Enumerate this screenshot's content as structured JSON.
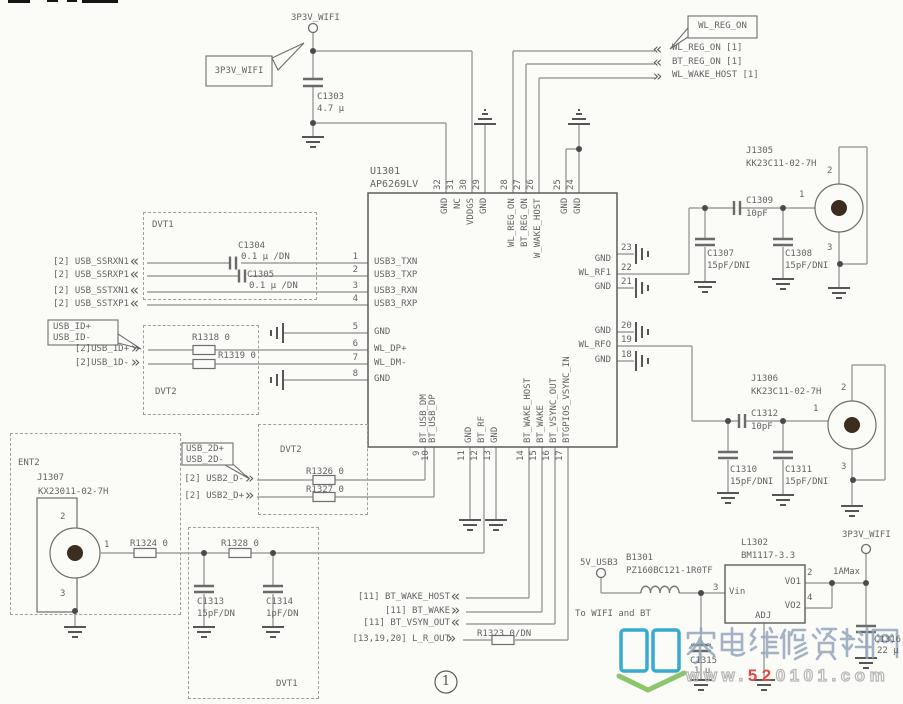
{
  "page": {
    "number": "1"
  },
  "watermark": {
    "site_name": "家电维修资料网",
    "url_www": "www.",
    "url_red": "52",
    "url_rest": "0101.com"
  },
  "power_top": {
    "net": "3P3V_WIFI",
    "callout": "3P3V_WIFI",
    "cap_ref": "C1303",
    "cap_val": "4.7 µ"
  },
  "ic": {
    "ref": "U1301",
    "part": "AP6269LV",
    "top_pins": [
      {
        "n": "32",
        "label": "GND"
      },
      {
        "n": "31",
        "label": "NC"
      },
      {
        "n": "30",
        "label": "VDDGS"
      },
      {
        "n": "29",
        "label": "GND"
      },
      {
        "n": "28",
        "label": "WL_REG_ON"
      },
      {
        "n": "27",
        "label": "BT_REG_ON"
      },
      {
        "n": "26",
        "label": "W_WAKE_HOST"
      },
      {
        "n": "25",
        "label": "GND"
      },
      {
        "n": "24",
        "label": "GND"
      }
    ],
    "left_pins": [
      {
        "n": "1",
        "label": "USB3_TXN"
      },
      {
        "n": "2",
        "label": "USB3_TXP"
      },
      {
        "n": "3",
        "label": "USB3_RXN"
      },
      {
        "n": "4",
        "label": "USB3_RXP"
      },
      {
        "n": "5",
        "label": "GND"
      },
      {
        "n": "6",
        "label": "WL_DP+"
      },
      {
        "n": "7",
        "label": "WL_DM-"
      },
      {
        "n": "8",
        "label": "GND"
      }
    ],
    "right_pins": [
      {
        "n": "23",
        "label": "GND"
      },
      {
        "n": "22",
        "label": "WL_RF1"
      },
      {
        "n": "21",
        "label": "GND"
      },
      {
        "n": "20",
        "label": "GND"
      },
      {
        "n": "19",
        "label": "WL_RFO"
      },
      {
        "n": "18",
        "label": "GND"
      }
    ],
    "bottom_pins": [
      {
        "n": "9",
        "label": "BT_USB_DM"
      },
      {
        "n": "10",
        "label": "BT_USB_DP"
      },
      {
        "n": "11",
        "label": "GND"
      },
      {
        "n": "12",
        "label": "BT_RF"
      },
      {
        "n": "13",
        "label": "GND"
      },
      {
        "n": "14",
        "label": "BT_WAKE_HOST"
      },
      {
        "n": "15",
        "label": "BT_WAKE"
      },
      {
        "n": "16",
        "label": "BT_VSYNC_OUT"
      },
      {
        "n": "17",
        "label": "BTGPIOS_VSYNC_IN"
      }
    ]
  },
  "top_right": {
    "callout": "WL_REG_ON",
    "sig1": "WL_REG_ON [1]",
    "sig2": "BT_REG_ON [1]",
    "sig3": "WL_WAKE_HOST [1]"
  },
  "usb3": {
    "dvt": "DVT1",
    "sig1": "[2] USB_SSRXN1",
    "sig2": "[2] USB_SSRXP1",
    "sig3": "[2] USB_SSTXN1",
    "sig4": "[2] USB_SSTXP1",
    "c1304_ref": "C1304",
    "c1304_val": "0.1 µ /DN",
    "c1305_ref": "C1305",
    "c1305_val": "0.1 µ /DN"
  },
  "usb_id": {
    "dvt": "DVT2",
    "callout_line1": "USB_ID+",
    "callout_line2": "USB_ID-",
    "sig_p": "[2]USB_1D+",
    "sig_n": "[2]USB_1D-",
    "r1318": "R1318 0",
    "r1319": "R1319 0"
  },
  "usb2": {
    "dvt": "DVT2",
    "callout_line1": "USB_2D+",
    "callout_line2": "USB_2D-",
    "sig_n": "[2] USB2_D-",
    "sig_p": "[2] USB2_D+",
    "r1326": "R1326 0",
    "r1327": "R1327 0"
  },
  "ent2": {
    "box": "ENT2",
    "ref": "J1307",
    "part": "KX23011-02-7H",
    "pin1": "1",
    "pin2": "2",
    "pin3": "3",
    "r1324": "R1324 0"
  },
  "bt_ant": {
    "dvt": "DVT1",
    "r1328": "R1328 0",
    "c1313_ref": "C1313",
    "c1313_val": "15pF/DN",
    "c1314_ref": "C1314",
    "c1314_val": "1pF/DN"
  },
  "bt_sigs": {
    "sig1": "[11] BT_WAKE_HOST",
    "sig2": "[11] BT_WAKE",
    "sig3": "[11] BT_VSYN_OUT",
    "sig4": "[13,19,20] L_R_OUT",
    "r1323": "R1323 0/DN"
  },
  "wl_rf1": {
    "ref": "J1305",
    "part": "KK23C11-02-7H",
    "pin1": "1",
    "pin2": "2",
    "pin3": "3",
    "c1307_ref": "C1307",
    "c1307_val": "15pF/DNI",
    "c1309_ref": "C1309",
    "c1309_val": "10pF",
    "c1308_ref": "C1308",
    "c1308_val": "15pF/DNI"
  },
  "wl_rf0": {
    "ref": "J1306",
    "part": "KK23C11-02-7H",
    "pin1": "1",
    "pin2": "2",
    "pin3": "3",
    "c1310_ref": "C1310",
    "c1310_val": "15pF/DNI",
    "c1312_ref": "C1312",
    "c1312_val": "10pF",
    "c1311_ref": "C1311",
    "c1311_val": "15pF/DNI"
  },
  "reg": {
    "in_net": "5V_USB3",
    "bead_ref": "B1301",
    "bead_part": "PZ160BC121-1R0TF",
    "note": "To WIFI and BT",
    "ref": "L1302",
    "part": "BM1117-3.3",
    "pin_vin": "Vin",
    "pin_vo1": "VO1",
    "pin_vo2": "VO2",
    "pin_adj": "ADJ",
    "pn_vin": "3",
    "pn_vo1": "2",
    "pn_vo2": "4",
    "current": "1AMax",
    "out_net": "3P3V_WIFI",
    "c1315_ref": "C1315",
    "c1315_val": "1 µ",
    "c1316_ref": "C1316",
    "c1316_val": "22 µ"
  }
}
